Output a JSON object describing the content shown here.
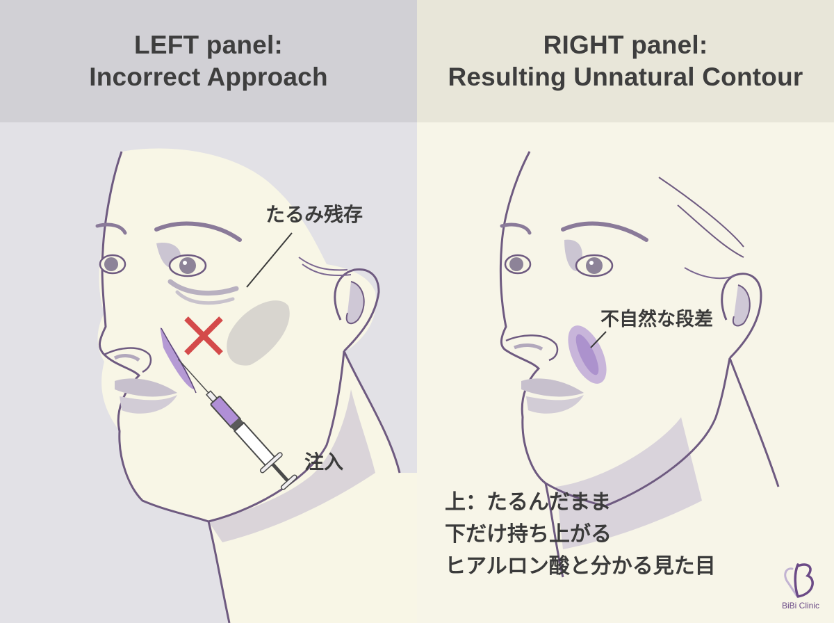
{
  "left_panel": {
    "title_line1": "LEFT panel:",
    "title_line2": "Incorrect Approach",
    "labels": {
      "sagging": "たるみ残存",
      "injection": "注入"
    },
    "marks": {
      "incorrect_mark": "✕"
    },
    "colors": {
      "header_bg": "#d1d0d5",
      "body_bg": "#e2e1e6",
      "x_mark": "#d44a4a",
      "filler": "#a98ad0"
    }
  },
  "right_panel": {
    "title_line1": "RIGHT panel:",
    "title_line2": "Resulting Unnatural Contour",
    "labels": {
      "unnatural_step": "不自然な段差"
    },
    "caption_lines": [
      "上：たるんだまま",
      "下だけ持ち上がる",
      "ヒアルロン酸と分かる見た目"
    ],
    "colors": {
      "header_bg": "#e8e6d9",
      "body_bg": "#f7f5e8"
    }
  },
  "logo": {
    "mark": "B",
    "name": "BiBi Clinic",
    "color": "#6b4a86"
  },
  "style": {
    "outline": "#6e5a80",
    "skin": "#f8f6e6",
    "shadow": "#c9c3cf"
  }
}
